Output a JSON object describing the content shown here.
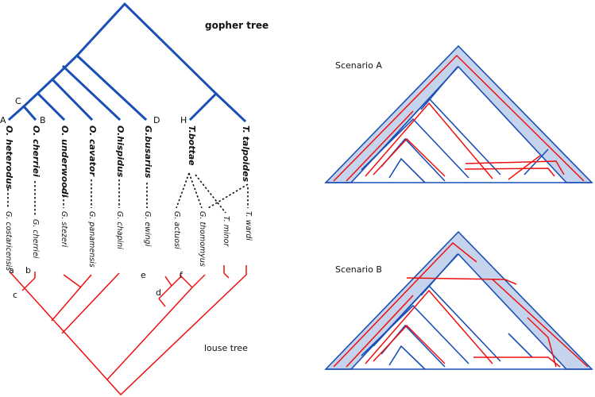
{
  "gopher_tree_title": "gopher tree",
  "louse_tree_title": "louse tree",
  "scenario_a_label": "Scenario A",
  "scenario_b_label": "Scenario B",
  "host_taxa": [
    "O. heterodus",
    "O. cherriei",
    "O. underwoodi",
    "O. cavator",
    "O.hispidus",
    "G.busarius",
    "T.bottae",
    "T. talpoides"
  ],
  "louse_taxa": [
    "G. costaricensis",
    "G. cherriei",
    "G. stezeri",
    "G. panamensis",
    "G. chapini",
    "G. ewingi",
    "G. actuosi",
    "G. thomomyus",
    "T. minor",
    "T. wardi"
  ],
  "host_node_labels": [
    "A",
    "B",
    "C",
    "D",
    "H"
  ],
  "louse_node_labels": [
    "a",
    "b",
    "c",
    "d",
    "e",
    "f"
  ],
  "colors": {
    "host_tree": "#1a4fb5",
    "louse_tree": "#ee1111",
    "host_tube_fill": "#c5d3ec",
    "association": "#111111"
  }
}
